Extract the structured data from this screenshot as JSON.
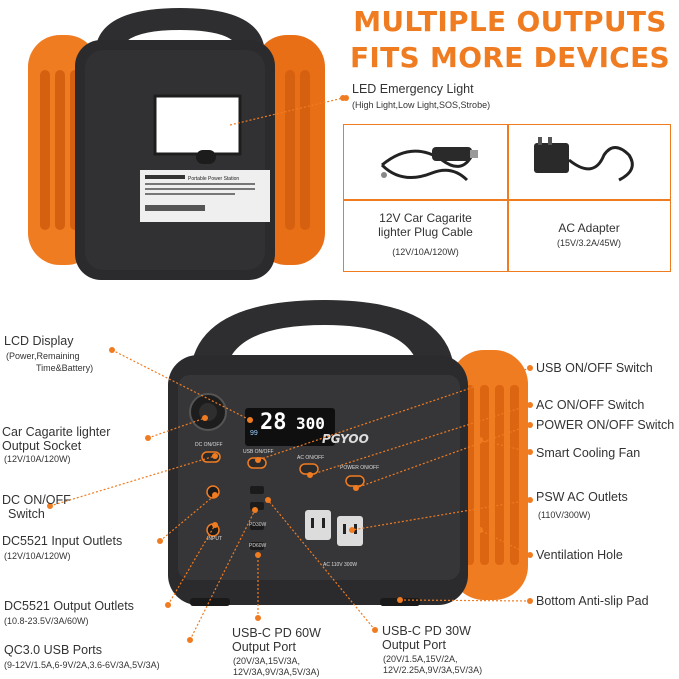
{
  "headline": {
    "line1": "MULTIPLE OUTPUTS",
    "line2": "FITS MORE DEVICES"
  },
  "brand": "PGYOO",
  "top_back": {
    "sticker_title": "Portable Power Station"
  },
  "led": {
    "title": "LED Emergency Light",
    "desc": "(High Light,Low Light,SOS,Strobe)"
  },
  "accessories": [
    {
      "name_line1": "12V Car Cagarite",
      "name_line2": "lighter Plug Cable",
      "spec": "(12V/10A/120W)"
    },
    {
      "name_line1": "AC Adapter",
      "name_line2": "",
      "spec": "(15V/3.2A/45W)"
    }
  ],
  "lcd": {
    "digits_main": "28",
    "digits_right": "300",
    "percent": "99"
  },
  "panel_labels": {
    "dc_on_off": "DC ON/OFF",
    "usb_on_off": "USB ON/OFF",
    "ac_on_off": "AC ON/OFF",
    "power_on_off": "POWER ON/OFF",
    "input": "INPUT",
    "ac_rating": "AC 110V 300W",
    "pd60": "PD60W",
    "pd30": "PD30W"
  },
  "left_labels": [
    {
      "title": "LCD Display",
      "desc1": "(Power,Remaining",
      "desc2": "Time&Battery)"
    },
    {
      "title": "Car Cagarite lighter",
      "title2": "Output Socket",
      "desc1": "(12V/10A/120W)"
    },
    {
      "title": "DC ON/OFF",
      "title2": "Switch"
    },
    {
      "title": "DC5521 Input Outlets",
      "desc1": "(12V/10A/120W)"
    },
    {
      "title": "DC5521 Output Outlets",
      "desc1": "(10.8-23.5V/3A/60W)"
    },
    {
      "title": "QC3.0 USB Ports",
      "desc1": "(9-12V/1.5A,6-9V/2A,3.6-6V/3A,5V/3A)"
    }
  ],
  "right_labels": [
    {
      "title": "USB ON/OFF Switch"
    },
    {
      "title": "AC ON/OFF Switch"
    },
    {
      "title": "POWER ON/OFF Switch"
    },
    {
      "title": "Smart Cooling Fan"
    },
    {
      "title": "PSW AC Outlets",
      "desc1": "(110V/300W)"
    },
    {
      "title": "Ventilation Hole"
    },
    {
      "title": "Bottom Anti-slip Pad"
    }
  ],
  "bottom_labels": [
    {
      "title": "USB-C PD 60W",
      "title2": "Output Port",
      "desc1": "(20V/3A,15V/3A,",
      "desc2": "12V/3A,9V/3A,5V/3A)"
    },
    {
      "title": "USB-C PD 30W",
      "title2": "Output Port",
      "desc1": "(20V/1.5A,15V/2A,",
      "desc2": "12V/2.25A,9V/3A,5V/3A)"
    }
  ],
  "colors": {
    "accent": "#f07c22",
    "body": "#2b2b2d",
    "panel": "#3a3a3c",
    "text": "#333333"
  },
  "icons": [
    "car-cable-icon",
    "ac-adapter-icon",
    "lcd-icon"
  ]
}
